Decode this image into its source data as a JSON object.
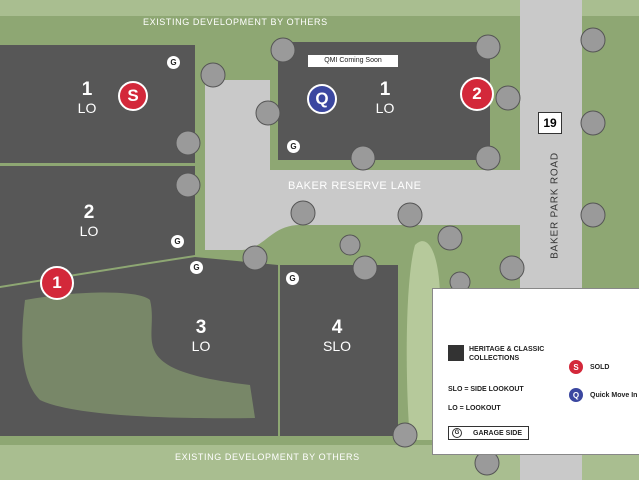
{
  "labels": {
    "top_development": "EXISTING DEVELOPMENT BY OTHERS",
    "bottom_development": "EXISTING DEVELOPMENT BY OTHERS",
    "lane": "BAKER RESERVE LANE",
    "road": "BAKER PARK ROAD",
    "road_number": "19",
    "qmi_banner": "QMI Coming Soon"
  },
  "lots": [
    {
      "number": "1",
      "type": "LO",
      "status": "S"
    },
    {
      "number": "1",
      "type": "LO",
      "status": "Q"
    },
    {
      "number": "2",
      "type": "LO"
    },
    {
      "number": "3",
      "type": "LO"
    },
    {
      "number": "4",
      "type": "SLO"
    }
  ],
  "phase_markers": [
    "1",
    "2"
  ],
  "garage_marker": "G",
  "legend": {
    "collections": "HERITAGE & CLASSIC COLLECTIONS",
    "slo": "SLO = SIDE LOOKOUT",
    "lo": "LO = LOOKOUT",
    "garage": "GARAGE SIDE",
    "sold_icon": "S",
    "sold": "SOLD",
    "qmi_icon": "Q",
    "qmi": "Quick Move In"
  },
  "colors": {
    "lot": "#575757",
    "road": "#c9c9c9",
    "grass": "#8ea773",
    "sold": "#d3283a",
    "qmi": "#3b47a0"
  }
}
